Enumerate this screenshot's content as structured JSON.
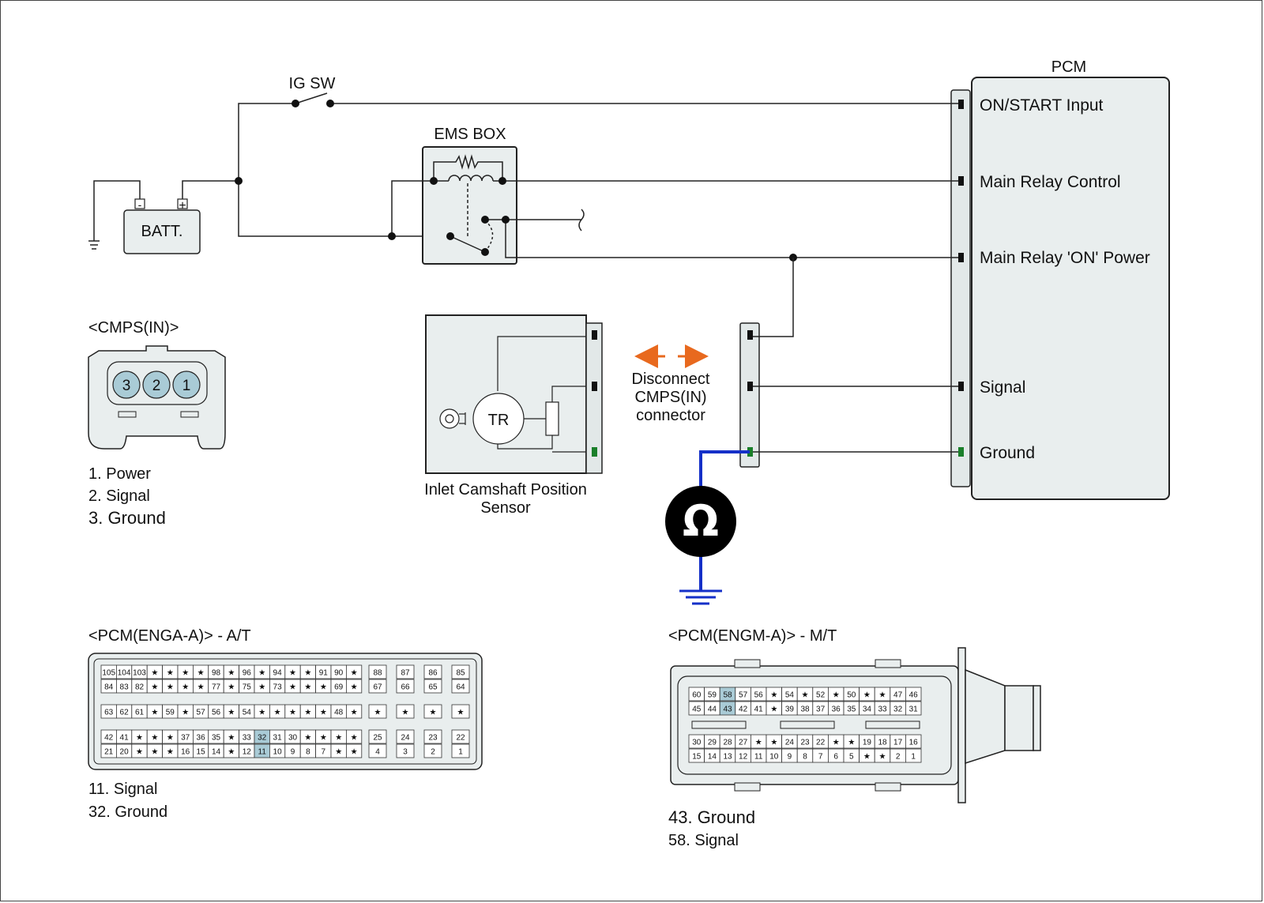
{
  "labels": {
    "ig_sw": "IG SW",
    "ems_box": "EMS BOX",
    "batt": "BATT.",
    "batt_minus": "-",
    "batt_plus": "+",
    "pcm": "PCM",
    "sensor_tr": "TR",
    "omega": "Ω"
  },
  "pcm_pins": [
    {
      "label": "ON/START Input",
      "color": "#111111"
    },
    {
      "label": "Main Relay Control",
      "color": "#111111"
    },
    {
      "label": "Main Relay 'ON' Power",
      "color": "#111111"
    },
    {
      "label": "Signal",
      "color": "#111111"
    },
    {
      "label": "Ground",
      "color": "#1a7f2a"
    }
  ],
  "cmps": {
    "title": "<CMPS(IN)>",
    "pins": [
      "3",
      "2",
      "1"
    ],
    "legend": [
      {
        "text": "1. Power",
        "color": "#111111"
      },
      {
        "text": "2. Signal",
        "color": "#111111"
      },
      {
        "text": "3. Ground",
        "color": "#1a7f2a"
      }
    ]
  },
  "sensor": {
    "name_line1": "Inlet Camshaft Position",
    "name_line2": "Sensor"
  },
  "disconnect": {
    "line1": "Disconnect",
    "line2": "CMPS(IN)",
    "line3": "connector"
  },
  "enga": {
    "title": "<PCM(ENGA-A)> - A/T",
    "row1": [
      "105",
      "104",
      "103",
      "★",
      "★",
      "★",
      "★",
      "98",
      "★",
      "96",
      "★",
      "94",
      "★",
      "★",
      "91",
      "90",
      "★"
    ],
    "row2": [
      "84",
      "83",
      "82",
      "★",
      "★",
      "★",
      "★",
      "77",
      "★",
      "75",
      "★",
      "73",
      "★",
      "★",
      "★",
      "69",
      "★"
    ],
    "row3": [
      "63",
      "62",
      "61",
      "★",
      "59",
      "★",
      "57",
      "56",
      "★",
      "54",
      "★",
      "★",
      "★",
      "★",
      "★",
      "48",
      "★"
    ],
    "row4": [
      "42",
      "41",
      "★",
      "★",
      "★",
      "37",
      "36",
      "35",
      "★",
      "33",
      "32",
      "31",
      "30",
      "★",
      "★",
      "★",
      "★"
    ],
    "row5": [
      "21",
      "20",
      "★",
      "★",
      "★",
      "16",
      "15",
      "14",
      "★",
      "12",
      "11",
      "10",
      "9",
      "8",
      "7",
      "★",
      "★"
    ],
    "side_top": [
      [
        "88",
        "87",
        "86",
        "85"
      ],
      [
        "67",
        "66",
        "65",
        "64"
      ]
    ],
    "side_mid": [
      "★",
      "★",
      "★",
      "★"
    ],
    "side_bot": [
      [
        "25",
        "24",
        "23",
        "22"
      ],
      [
        "4",
        "3",
        "2",
        "1"
      ]
    ],
    "highlight": [
      "32",
      "11"
    ],
    "legend": [
      {
        "text": "11. Signal",
        "color": "#111111"
      },
      {
        "text": "32. Ground",
        "color": "#e6eeee"
      }
    ]
  },
  "engm": {
    "title": "<PCM(ENGM-A)> - M/T",
    "row1": [
      "60",
      "59",
      "58",
      "57",
      "56",
      "★",
      "54",
      "★",
      "52",
      "★",
      "50",
      "★",
      "★",
      "47",
      "46"
    ],
    "row2": [
      "45",
      "44",
      "43",
      "42",
      "41",
      "★",
      "39",
      "38",
      "37",
      "36",
      "35",
      "34",
      "33",
      "32",
      "31"
    ],
    "row3": [
      "30",
      "29",
      "28",
      "27",
      "★",
      "★",
      "24",
      "23",
      "22",
      "★",
      "★",
      "19",
      "18",
      "17",
      "16"
    ],
    "row4": [
      "15",
      "14",
      "13",
      "12",
      "11",
      "10",
      "9",
      "8",
      "7",
      "6",
      "5",
      "★",
      "★",
      "2",
      "1"
    ],
    "highlight": [
      "58",
      "43"
    ],
    "legend": [
      {
        "text": "43. Ground",
        "color": "#1a7f2a"
      },
      {
        "text": "58. Signal",
        "color": "#111111"
      }
    ]
  },
  "colors": {
    "line": "#222222",
    "panel_fill": "#e9eeee",
    "connector_fill": "#e2e8e8",
    "pin_fill": "#a9cbd6",
    "highlight_fill": "#a9cbd6",
    "ground_wire": "#1530c8",
    "arrow": "#e8691e",
    "ground_text": "#1a7f2a"
  }
}
